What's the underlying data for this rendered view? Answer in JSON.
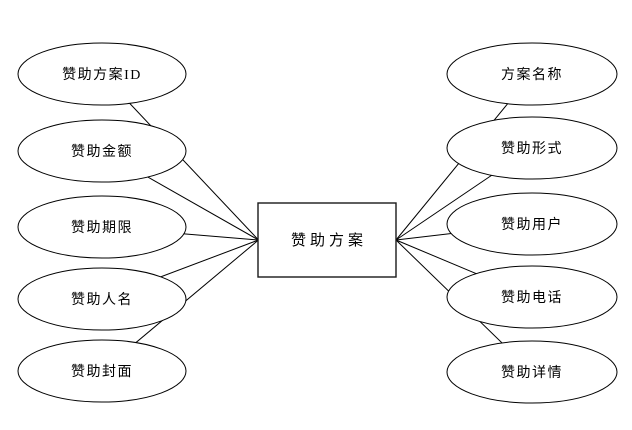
{
  "diagram": {
    "entity_label": "赞助方案",
    "left_attributes": [
      "赞助方案ID",
      "赞助金额",
      "赞助期限",
      "赞助人名",
      "赞助封面"
    ],
    "right_attributes": [
      "方案名称",
      "赞助形式",
      "赞助用户",
      "赞助电话",
      "赞助详情"
    ],
    "colors": {
      "stroke": "#000000",
      "shape_fill": "#ffffff",
      "text": "#000000",
      "background": "#ffffff"
    }
  }
}
